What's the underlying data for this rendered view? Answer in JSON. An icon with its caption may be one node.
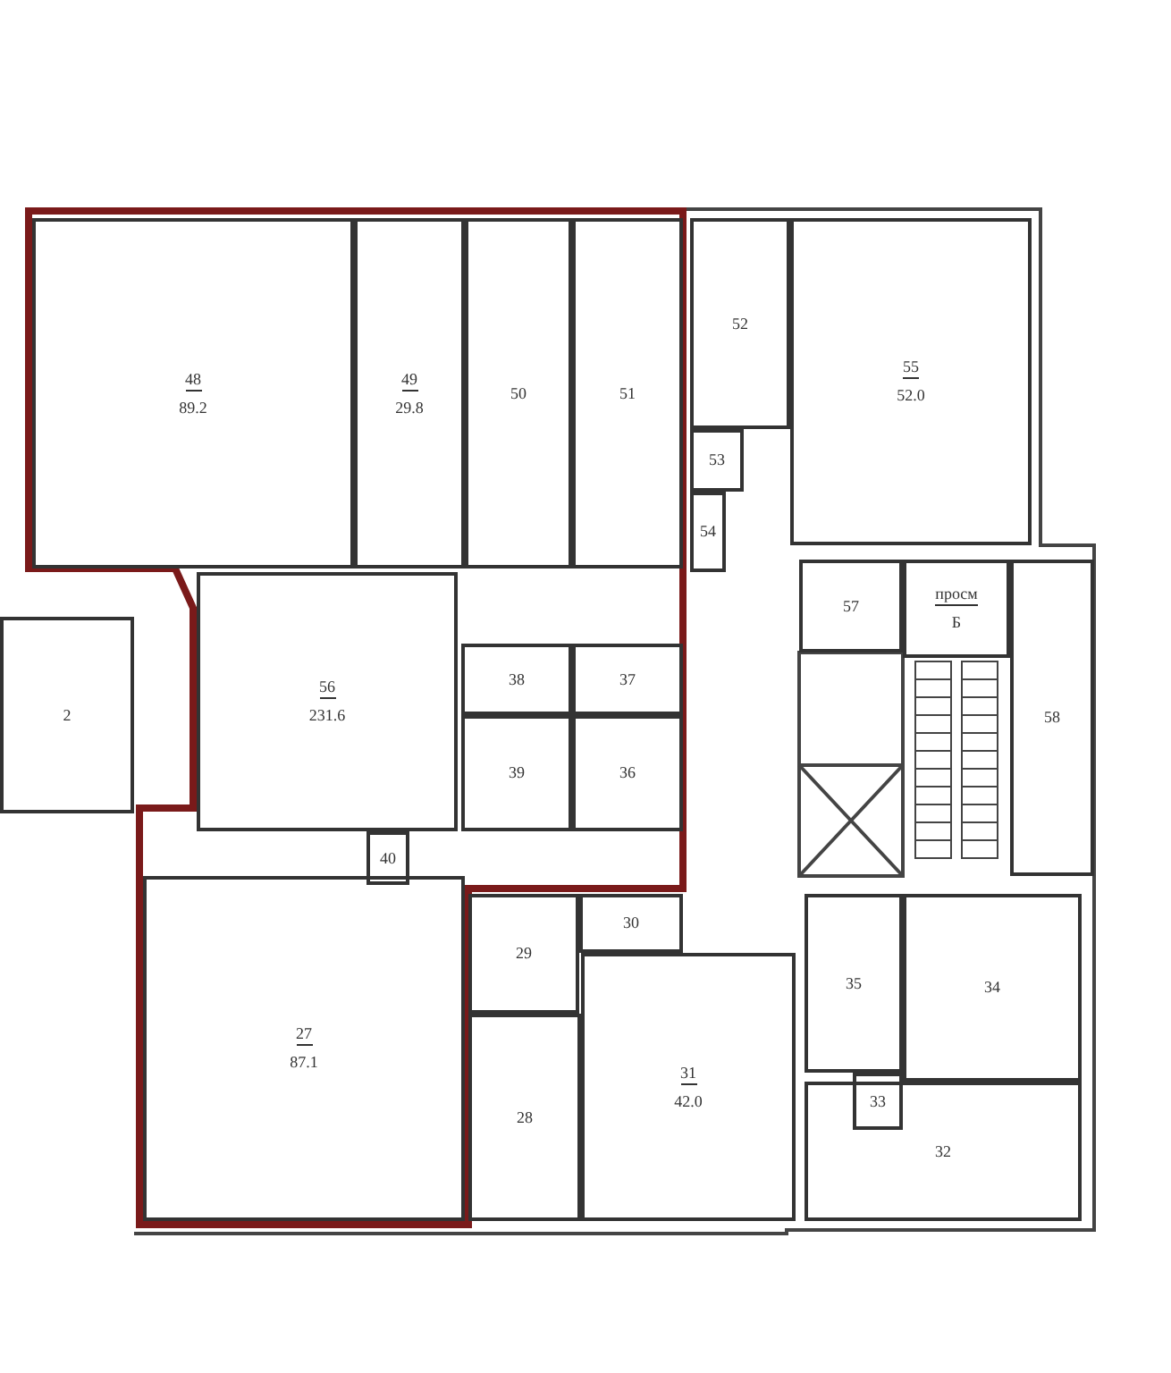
{
  "diagram": {
    "nodes": [
      {
        "text": [
          "48",
          "89.2"
        ]
      },
      {
        "text": [
          "49",
          "29.8"
        ]
      },
      {
        "text": [
          "50"
        ]
      },
      {
        "text": [
          "51"
        ]
      },
      {
        "text": [
          "52"
        ]
      },
      {
        "text": [
          "55",
          "52.0"
        ]
      },
      {
        "text": [
          "53"
        ]
      },
      {
        "text": [
          "54"
        ]
      },
      {
        "text": [
          "56",
          "231.6"
        ]
      },
      {
        "text": [
          "57"
        ]
      },
      {
        "text": [
          "просм",
          "Б"
        ]
      },
      {
        "text": [
          "58"
        ]
      },
      {
        "text": [
          "38"
        ]
      },
      {
        "text": [
          "37"
        ]
      },
      {
        "text": [
          "39"
        ]
      },
      {
        "text": [
          "36"
        ]
      },
      {
        "text": [
          "40"
        ]
      },
      {
        "text": [
          "2"
        ]
      },
      {
        "text": [
          "27",
          "87.1"
        ]
      },
      {
        "text": [
          "29"
        ]
      },
      {
        "text": [
          "30"
        ]
      },
      {
        "text": [
          "28"
        ]
      },
      {
        "text": [
          "31",
          "42.0"
        ]
      },
      {
        "text": [
          "35"
        ]
      },
      {
        "text": [
          "34"
        ]
      },
      {
        "text": [
          "33"
        ]
      },
      {
        "text": [
          "32"
        ]
      }
    ],
    "edges": []
  }
}
